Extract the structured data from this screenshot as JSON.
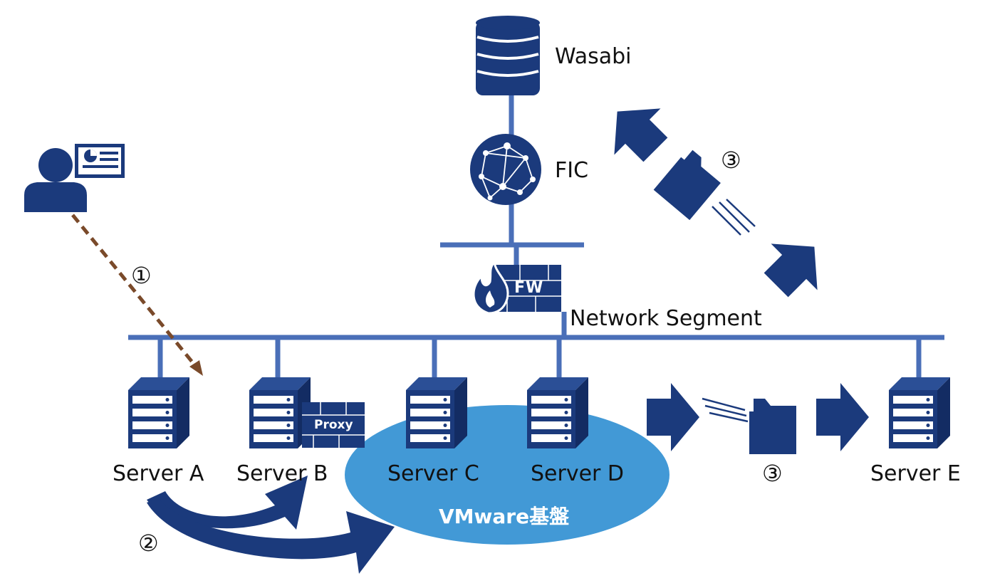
{
  "nodes": {
    "storage": {
      "label": "Wasabi"
    },
    "gateway": {
      "label": "FIC"
    },
    "firewall": {
      "badge": "FW"
    },
    "network": {
      "label": "Network Segment"
    },
    "servers": [
      {
        "label": "Server A"
      },
      {
        "label": "Server B",
        "badge": "Proxy"
      },
      {
        "label": "Server C"
      },
      {
        "label": "Server D"
      },
      {
        "label": "Server E"
      }
    ],
    "platform": {
      "label": "VMware基盤"
    }
  },
  "steps": {
    "step1": "①",
    "step2": "②",
    "step3_top": "③",
    "step3_bottom": "③"
  },
  "colors": {
    "navy": "#1b3a7c",
    "link": "#4a6fb8",
    "platform": "#4299d6",
    "admin_arrow": "#7a4a2a"
  },
  "icons": [
    "database-icon",
    "network-globe-icon",
    "firewall-icon",
    "user-icon",
    "dashboard-card-icon",
    "server-icon",
    "folder-icon",
    "arrow-icon"
  ]
}
